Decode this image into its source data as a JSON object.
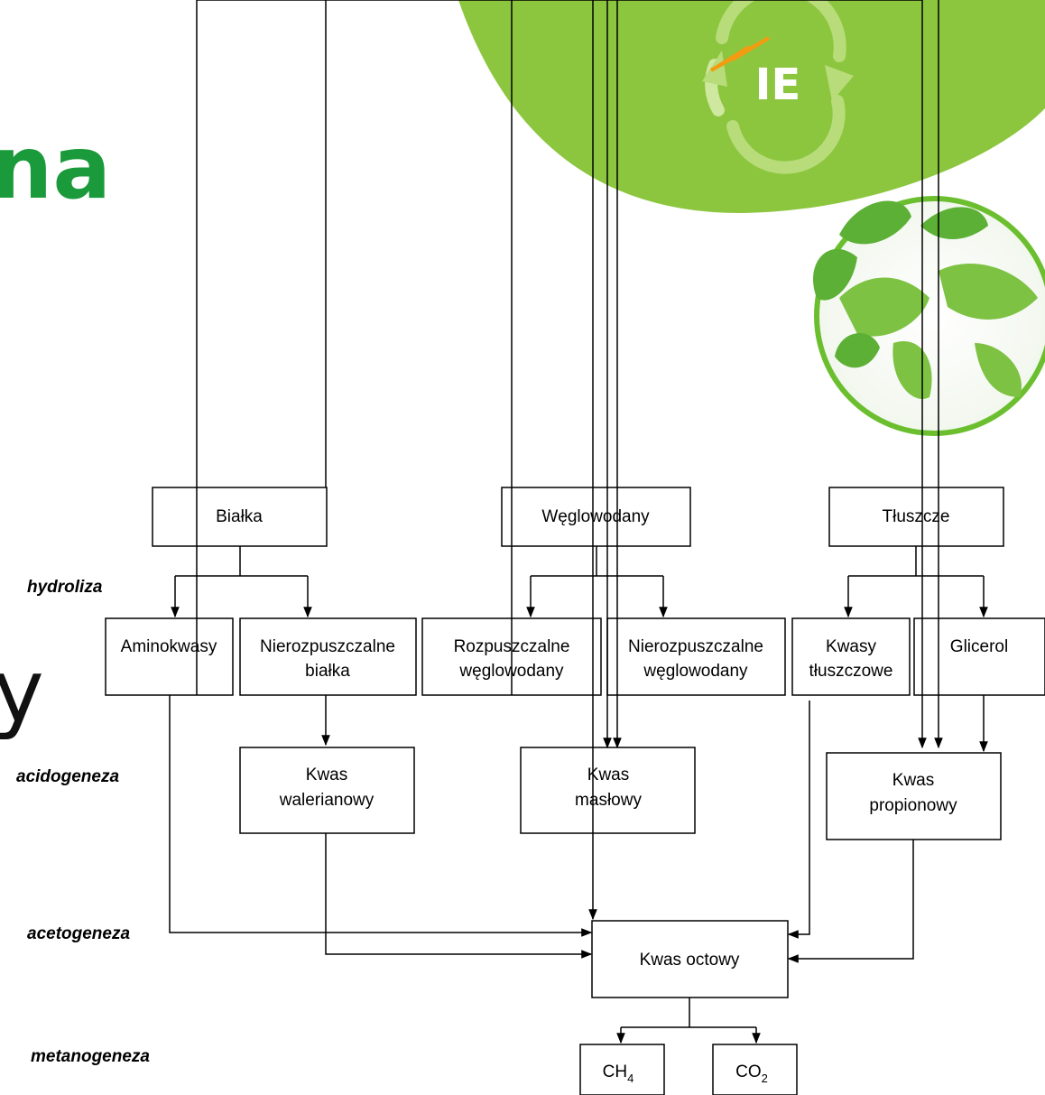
{
  "background": {
    "title_fragment": "na",
    "text_fragment": "y",
    "logo_text": "IE",
    "colors": {
      "brand_green": "#8cc63f",
      "title_green": "#1a9a3a"
    }
  },
  "stages": {
    "hydrolysis": "hydroliza",
    "acidogenesis": "acidogeneza",
    "acetogenesis": "acetogeneza",
    "methanogenesis": "metanogeneza"
  },
  "nodes": {
    "proteins": "Białka",
    "carbohydrates": "Węglowodany",
    "fats": "Tłuszcze",
    "amino_acids": "Aminokwasy",
    "insoluble_proteins_1": "Nierozpuszczalne",
    "insoluble_proteins_2": "białka",
    "soluble_carbs_1": "Rozpuszczalne",
    "soluble_carbs_2": "węglowodany",
    "insoluble_carbs_1": "Nierozpuszczalne",
    "insoluble_carbs_2": "węglowodany",
    "fatty_acids_1": "Kwasy",
    "fatty_acids_2": "tłuszczowe",
    "glycerol": "Glicerol",
    "valeric_1": "Kwas",
    "valeric_2": "walerianowy",
    "butyric_1": "Kwas",
    "butyric_2": "masłowy",
    "propionic_1": "Kwas",
    "propionic_2": "propionowy",
    "acetic": "Kwas octowy",
    "methane": "CH",
    "methane_sub": "4",
    "co2": "CO",
    "co2_sub": "2"
  }
}
